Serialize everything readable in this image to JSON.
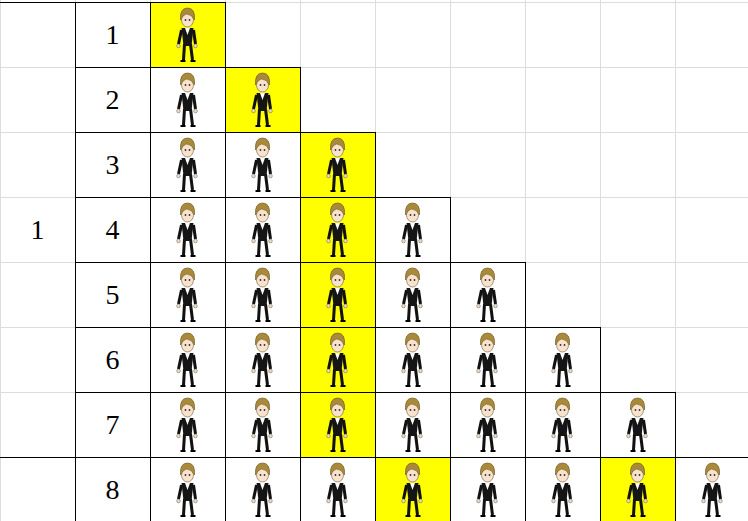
{
  "diagram": {
    "labels": [
      "1",
      "1",
      "2",
      "3",
      "4",
      "5",
      "6",
      "7",
      "8"
    ]
  }
}
